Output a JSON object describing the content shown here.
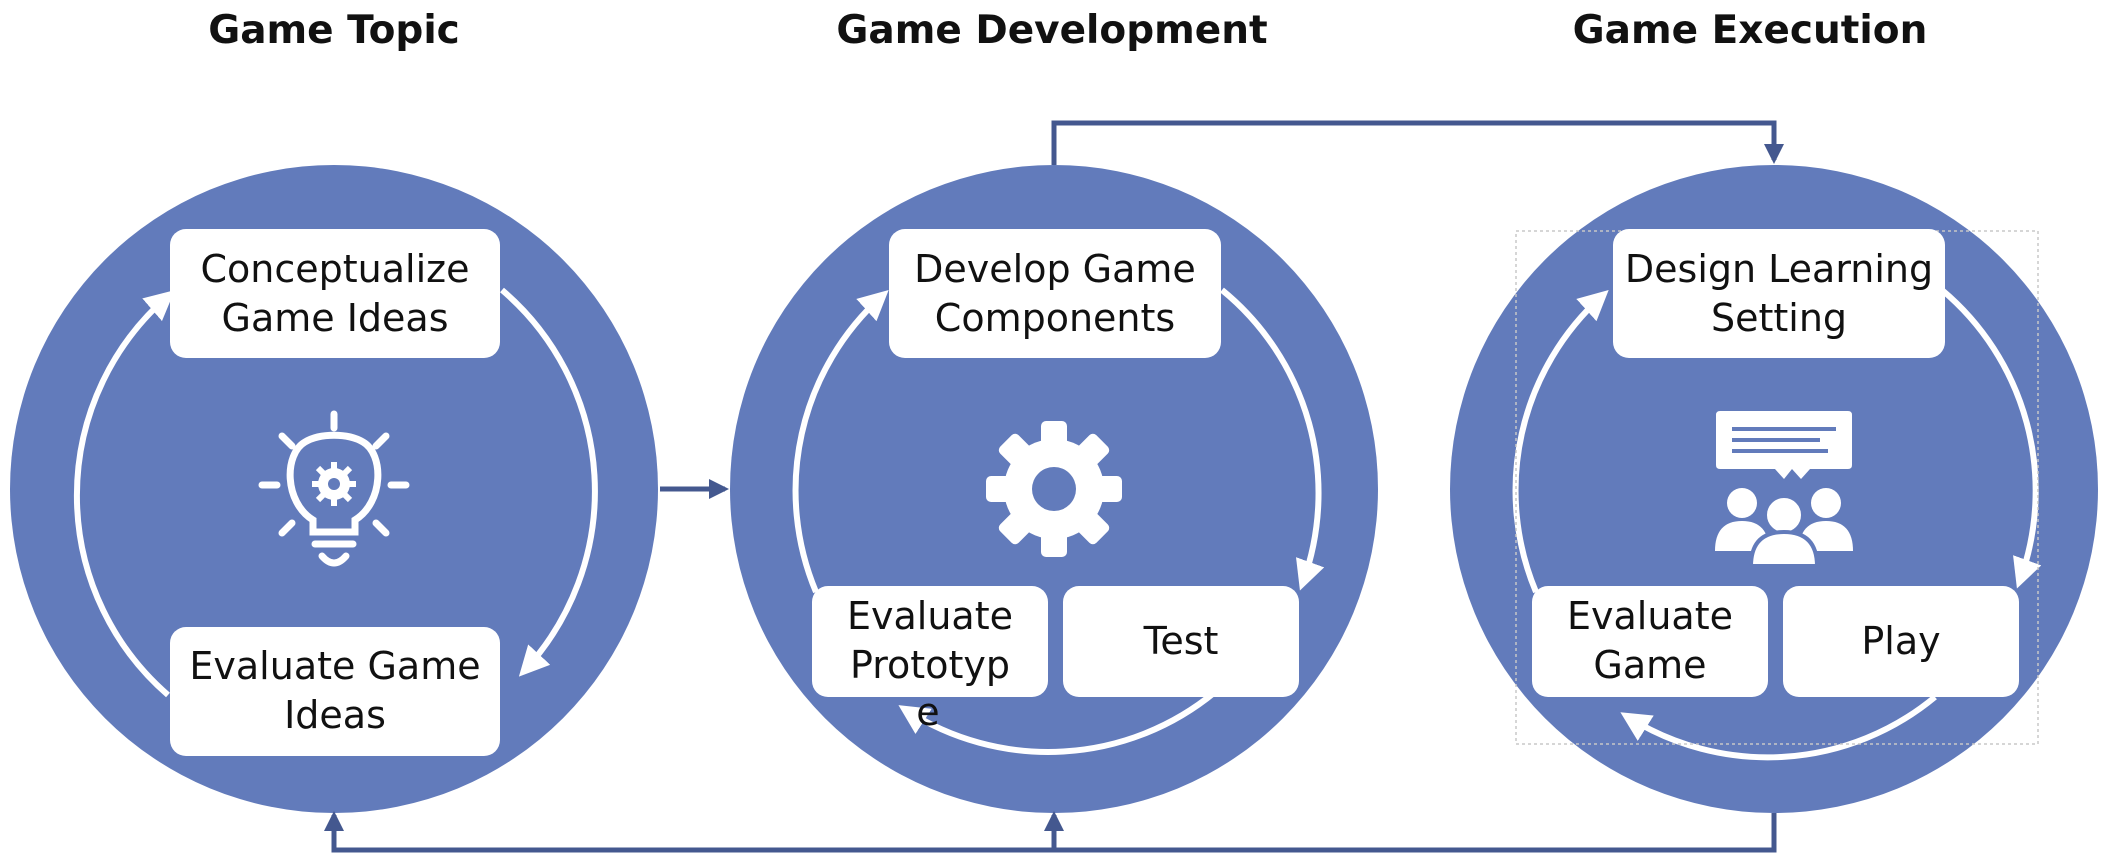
{
  "headings": {
    "topic": "Game Topic",
    "development": "Game Development",
    "execution": "Game Execution"
  },
  "topic": {
    "box_top_lines": [
      "Conceptualize",
      "Game Ideas"
    ],
    "box_bottom_lines": [
      "Evaluate Game",
      "Ideas"
    ],
    "icon": "lightbulb-gear-icon"
  },
  "development": {
    "box_top_lines": [
      "Develop Game",
      "Components"
    ],
    "box_left_lines": [
      "Evaluate",
      "Prototyp"
    ],
    "box_left_overflow": "e",
    "box_right_lines": [
      "Test"
    ],
    "icon": "gear-icon"
  },
  "execution": {
    "box_top_lines": [
      "Design Learning",
      "Setting"
    ],
    "box_left_lines": [
      "Evaluate",
      "Game"
    ],
    "box_right_lines": [
      "Play"
    ],
    "icon": "classroom-discussion-icon"
  },
  "colors": {
    "circle": "#627BBB",
    "connector": "#44588F",
    "box": "#FFFFFF",
    "text": "#111111"
  }
}
